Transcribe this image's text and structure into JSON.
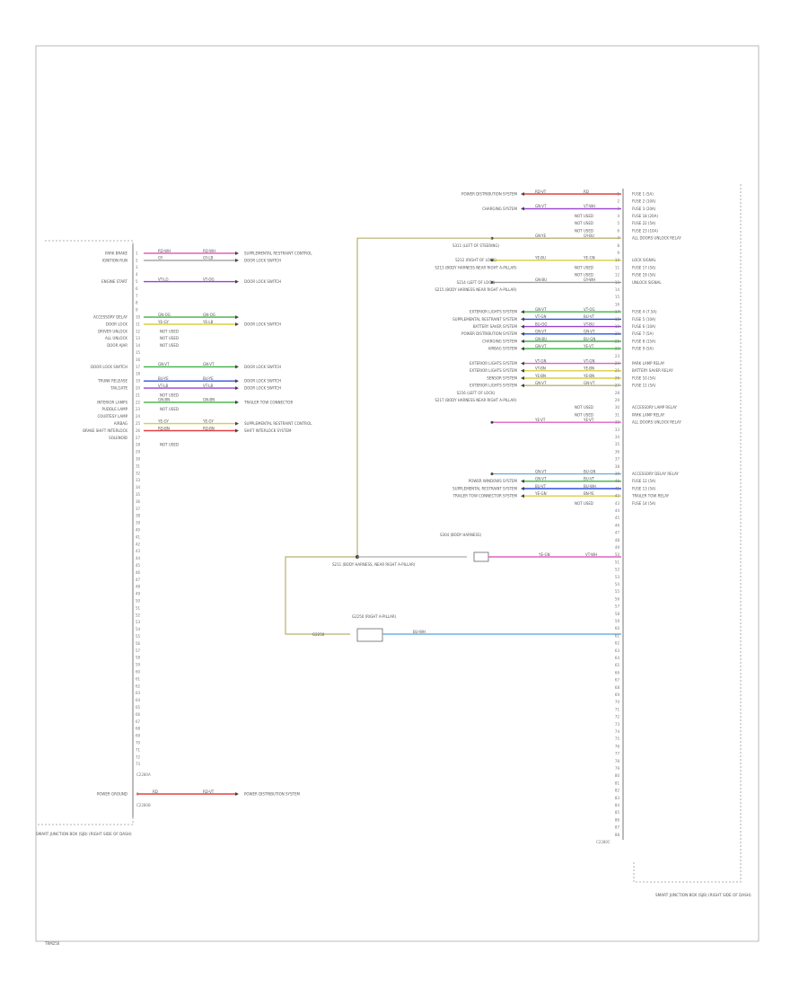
{
  "page": {
    "footer_label": "TRM250"
  },
  "left_module": {
    "caption": "SMART JUNCTION BOX (SJB) (RIGHT SIDE OF DASH)",
    "bottom_connector": "C2280A",
    "second_connector": "C2280B"
  },
  "right_module": {
    "caption": "SMART JUNCTION BOX (SJB) (RIGHT SIDE OF DASH)",
    "bottom_connector": "C2280C"
  },
  "center_components": {
    "splice_main": "S211 (BODY HARNESS, NEAR RIGHT A-PILLAR)",
    "splice_upper": "S304 (BODY HARNESS)",
    "ground_a": "G2250 (RIGHT A-PILLAR)",
    "ground_b": "G2250"
  },
  "colors": {
    "red": "#e04040",
    "pink": "#e060c0",
    "violet": "#9a40d0",
    "blue": "#3050e0",
    "green": "#40b040",
    "yellow": "#d8d040",
    "olive": "#b8b070",
    "teal": "#40a0b0",
    "gray": "#a0a0a0",
    "lightblue": "#70b0e0"
  },
  "left_wires": [
    {
      "pin": "1",
      "c1": "RD-WH",
      "c2": "RD-WH",
      "dest": "SUPPLEMENTAL RESTRAINT CONTROL",
      "color": "pink"
    },
    {
      "pin": "2",
      "c1": "GY",
      "c2": "GY-LB",
      "dest": "DOOR LOCK SWITCH",
      "color": "gray"
    },
    {
      "pin": "5",
      "c1": "VT-LG",
      "c2": "VT-OG",
      "dest": "DOOR LOCK SWITCH",
      "color": "violet"
    },
    {
      "pin": "10",
      "c1": "GN-OG",
      "c2": "GN-OG",
      "dest": "",
      "color": "green"
    },
    {
      "pin": "11",
      "c1": "YE-GY",
      "c2": "YE-LB",
      "dest": "DOOR LOCK SWITCH",
      "color": "yellow"
    },
    {
      "pin": "17",
      "c1": "GN-VT",
      "c2": "GN-VT",
      "dest": "DOOR LOCK SWITCH",
      "color": "green"
    },
    {
      "pin": "19",
      "c1": "BU-YE",
      "c2": "BU-YE",
      "dest": "DOOR LOCK SWITCH",
      "color": "blue"
    },
    {
      "pin": "20",
      "c1": "VT-LB",
      "c2": "VT-LB",
      "dest": "DOOR LOCK SWITCH",
      "color": "violet"
    },
    {
      "pin": "22",
      "c1": "GN-BN",
      "c2": "GN-BN",
      "dest": "TRAILER TOW CONNECTOR",
      "color": "green"
    },
    {
      "pin": "25",
      "c1": "YE-GY",
      "c2": "YE-GY",
      "dest": "SUPPLEMENTAL RESTRAINT CONTROL",
      "color": "yellow"
    },
    {
      "pin": "26",
      "c1": "RD-BN",
      "c2": "RD-BN",
      "dest": "SHIFT INTERLOCK SYSTEM",
      "color": "red"
    }
  ],
  "left_power": {
    "pin": "1",
    "c1": "RD",
    "c2": "RD-VT",
    "dest": "POWER DISTRIBUTION SYSTEM",
    "color": "red"
  },
  "left_labels": [
    {
      "row": 1,
      "text": "PARK BRAKE"
    },
    {
      "row": 2,
      "text": "IGNITION RUN"
    },
    {
      "row": 5,
      "text": "ENGINE START"
    },
    {
      "row": 10,
      "text": "ACCESSORY DELAY"
    },
    {
      "row": 11,
      "text": "DOOR LOCK"
    },
    {
      "row": 12,
      "text": "DRIVER UNLOCK"
    },
    {
      "row": 13,
      "text": "ALL UNLOCK"
    },
    {
      "row": 14,
      "text": "DOOR AJAR"
    },
    {
      "row": 17,
      "text": "DOOR LOCK SWITCH"
    },
    {
      "row": 19,
      "text": "TRUNK RELEASE"
    },
    {
      "row": 20,
      "text": "TAILGATE"
    },
    {
      "row": 22,
      "text": "INTERIOR LAMPS"
    },
    {
      "row": 23,
      "text": "PUDDLE LAMP"
    },
    {
      "row": 24,
      "text": "COURTESY LAMP"
    },
    {
      "row": 25,
      "text": "AIRBAG"
    },
    {
      "row": 26,
      "text": "BRAKE SHIFT INTERLOCK"
    },
    {
      "row": 27,
      "text": "SOLENOID"
    }
  ],
  "left_nc_notes": [
    {
      "row": 12,
      "text": "NOT USED"
    },
    {
      "row": 13,
      "text": "NOT USED"
    },
    {
      "row": 14,
      "text": "NOT USED"
    },
    {
      "row": 21,
      "text": "NOT USED"
    },
    {
      "row": 23,
      "text": "NOT USED"
    },
    {
      "row": 28,
      "text": "NOT USED"
    }
  ],
  "right_wires": [
    {
      "row": 0,
      "c1": "RD-VT",
      "c2": "RD",
      "origin": "POWER DISTRIBUTION SYSTEM",
      "label": "FUSE 1 (5A)",
      "color": "red"
    },
    {
      "row": 2,
      "c1": "GN-VT",
      "c2": "VT-WH",
      "origin": "CHARGING SYSTEM",
      "label": "FUSE 3 (20A)",
      "color": "violet"
    },
    {
      "row": 6,
      "c1": "GN-YE",
      "c2": "GY-BU",
      "origin": "",
      "label": "ALL DOORS UNLOCK RELAY",
      "color": "olive"
    },
    {
      "row": 9,
      "c1": "YE-BU",
      "c2": "YE-GN",
      "origin": "",
      "label": "LOCK SIGNAL",
      "color": "yellow"
    },
    {
      "row": 12,
      "c1": "GN-BU",
      "c2": "GY-WH",
      "origin": "",
      "label": "UNLOCK SIGNAL",
      "color": "gray"
    },
    {
      "row": 16,
      "c1": "GN-VT",
      "c2": "VT-OG",
      "origin": "EXTERIOR LIGHTS SYSTEM",
      "label": "FUSE 4 (7.5A)",
      "color": "green"
    },
    {
      "row": 17,
      "c1": "VT-GN",
      "c2": "BU-VT",
      "origin": "SUPPLEMENTAL RESTRAINT SYSTEM",
      "label": "FUSE 5 (10A)",
      "color": "blue"
    },
    {
      "row": 18,
      "c1": "BU-OG",
      "c2": "VT-BU",
      "origin": "BATTERY SAVER SYSTEM",
      "label": "FUSE 6 (10A)",
      "color": "violet"
    },
    {
      "row": 19,
      "c1": "GN-VT",
      "c2": "GN-VT",
      "origin": "POWER DISTRIBUTION SYSTEM",
      "label": "FUSE 7 (5A)",
      "color": "blue"
    },
    {
      "row": 20,
      "c1": "GN-BU",
      "c2": "BU-GN",
      "origin": "CHARGING SYSTEM",
      "label": "FUSE 8 (15A)",
      "color": "green"
    },
    {
      "row": 21,
      "c1": "GN-VT",
      "c2": "YE-VT",
      "origin": "AIRBAG SYSTEM",
      "label": "FUSE 9 (5A)",
      "color": "green"
    },
    {
      "row": 23,
      "c1": "VT-GN",
      "c2": "VT-GN",
      "origin": "EXTERIOR LIGHTS SYSTEM",
      "label": "PARK LAMP RELAY",
      "color": "pink"
    },
    {
      "row": 24,
      "c1": "VT-BN",
      "c2": "YE-BN",
      "origin": "EXTERIOR LIGHTS SYSTEM",
      "label": "BATTERY SAVER RELAY",
      "color": "yellow"
    },
    {
      "row": 25,
      "c1": "YE-BN",
      "c2": "YE-BN",
      "origin": "SENSOR SYSTEM",
      "label": "FUSE 10 (5A)",
      "color": "yellow"
    },
    {
      "row": 26,
      "c1": "GN-VT",
      "c2": "GN-VT",
      "origin": "EXTERIOR LIGHTS SYSTEM",
      "label": "FUSE 11 (5A)",
      "color": "olive"
    },
    {
      "row": 31,
      "c1": "YE-VT",
      "c2": "YE-VT",
      "origin": "",
      "label": "ALL DOORS UNLOCK RELAY",
      "color": "pink"
    },
    {
      "row": 38,
      "c1": "GN-VT",
      "c2": "BU-GN",
      "origin": "",
      "label": "ACCESSORY DELAY RELAY",
      "color": "lightblue"
    },
    {
      "row": 39,
      "c1": "GN-VT",
      "c2": "BU-VT",
      "origin": "POWER WINDOWS SYSTEM",
      "label": "FUSE 12 (5A)",
      "color": "green"
    },
    {
      "row": 40,
      "c1": "BU-VT",
      "c2": "BU-WH",
      "origin": "SUPPLEMENTAL RESTRAINT SYSTEM",
      "label": "FUSE 13 (5A)",
      "color": "blue"
    },
    {
      "row": 41,
      "c1": "YE-GN",
      "c2": "BN-YE",
      "origin": "TRAILER TOW CONNECTOR SYSTEM",
      "label": "TRAILER TOW RELAY",
      "color": "yellow"
    }
  ],
  "right_nc_notes": [
    {
      "row": 3,
      "text": "NOT USED"
    },
    {
      "row": 4,
      "text": "NOT USED"
    },
    {
      "row": 5,
      "text": "NOT USED"
    },
    {
      "row": 10,
      "text": "NOT USED"
    },
    {
      "row": 11,
      "text": "NOT USED"
    },
    {
      "row": 29,
      "text": "NOT USED"
    },
    {
      "row": 30,
      "text": "NOT USED"
    },
    {
      "row": 42,
      "text": "NOT USED"
    }
  ],
  "right_extra_labels": [
    {
      "row": 1,
      "text": "FUSE 2 (10A)"
    },
    {
      "row": 3,
      "text": "FUSE 18 (20A)"
    },
    {
      "row": 4,
      "text": "FUSE 22 (5A)"
    },
    {
      "row": 5,
      "text": "FUSE 23 (10A)"
    },
    {
      "row": 10,
      "text": "FUSE 17 (5A)"
    },
    {
      "row": 11,
      "text": "FUSE 19 (5A)"
    },
    {
      "row": 29,
      "text": "ACCESSORY LAMP RELAY"
    },
    {
      "row": 30,
      "text": "PARK LAMP RELAY"
    },
    {
      "row": 42,
      "text": "FUSE 14 (5A)"
    }
  ],
  "right_inline_notes": [
    {
      "row": 7,
      "text": "S311 (LEFT OF STEERING)"
    },
    {
      "row": 9,
      "text": "S212 (RIGHT OF LOCK)"
    },
    {
      "row": 10,
      "text": "S213 (BODY HARNESS NEAR RIGHT A-PILLAR)"
    },
    {
      "row": 12,
      "text": "S214 (LEFT OF LOCK)"
    },
    {
      "row": 13,
      "text": "S215 (BODY HARNESS NEAR RIGHT A-PILLAR)"
    },
    {
      "row": 27,
      "text": "S216 (LEFT OF LOCK)"
    },
    {
      "row": 28,
      "text": "S217 (BODY HARNESS NEAR RIGHT A-PILLAR)"
    }
  ]
}
